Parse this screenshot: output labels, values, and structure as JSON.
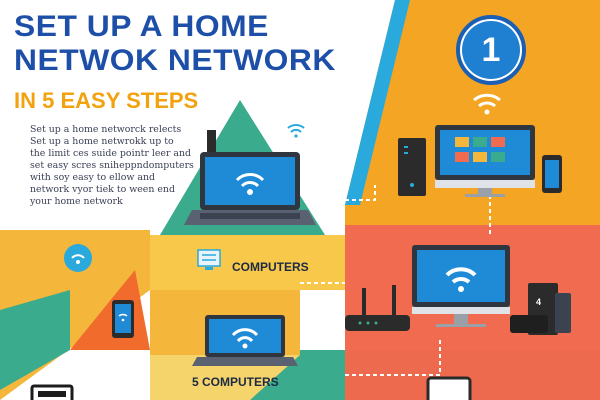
{
  "title": {
    "line1": "SET UP A HOME",
    "line2": "NETWOK NETWORK",
    "subtitle": "IN 5 EASY STEPS"
  },
  "description": {
    "lines": [
      "Set up a home networck relects",
      "Set up a home netwrokk up to",
      "the limit ces suide pointr leer and",
      "set easy scres sniheppndomputers",
      "with soy easy to ellow and",
      "network vyor tiek to ween end",
      "your home network"
    ]
  },
  "step_badge": {
    "number": "1"
  },
  "labels": {
    "computers": "COMPUTERS",
    "five_computers": "5 COMPUTERS"
  },
  "colors": {
    "title_blue": "#1d4fa8",
    "subtitle_orange": "#f2a20f",
    "panel_orange": "#f5a524",
    "panel_coral": "#f06b4f",
    "panel_teal": "#3aab8c",
    "panel_yellow": "#f4b63b",
    "panel_blue": "#29a9dc",
    "screen_blue": "#1f8ad6"
  },
  "icons": [
    "wifi-icon",
    "laptop-icon",
    "desktop-monitor-icon",
    "tablet-icon",
    "smartphone-icon",
    "router-icon",
    "tv-box-icon",
    "mini-pc-icon",
    "network-location-icon"
  ]
}
